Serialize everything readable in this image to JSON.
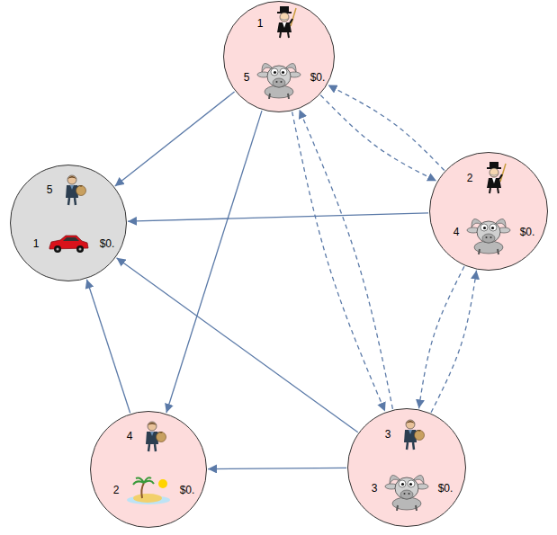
{
  "diagram": {
    "nodes": [
      {
        "text": [
          "1",
          "5",
          "$0."
        ]
      },
      {
        "text": [
          "5",
          "1",
          "$0."
        ]
      },
      {
        "text": [
          "2",
          "4",
          "$0."
        ]
      },
      {
        "text": [
          "4",
          "2",
          "$0."
        ]
      },
      {
        "text": [
          "3",
          "3",
          "$0."
        ]
      }
    ],
    "edges": [
      {
        "from": 0,
        "to": 1,
        "arrow": "to"
      },
      {
        "from": 0,
        "to": 3,
        "arrow": "to"
      },
      {
        "from": 2,
        "to": 1,
        "arrow": "to"
      },
      {
        "from": 4,
        "to": 1,
        "arrow": "to"
      },
      {
        "from": 3,
        "to": 1,
        "arrow": "to"
      },
      {
        "from": 4,
        "to": 3,
        "arrow": "to"
      },
      {
        "from": 0,
        "to": 2,
        "arrow": "to"
      },
      {
        "from": 2,
        "to": 0,
        "arrow": "to"
      },
      {
        "from": 0,
        "to": 4,
        "arrow": "to"
      },
      {
        "from": 4,
        "to": 0,
        "arrow": "to"
      },
      {
        "from": 2,
        "to": 4,
        "arrow": "to"
      },
      {
        "from": 4,
        "to": 2,
        "arrow": "to"
      }
    ]
  }
}
